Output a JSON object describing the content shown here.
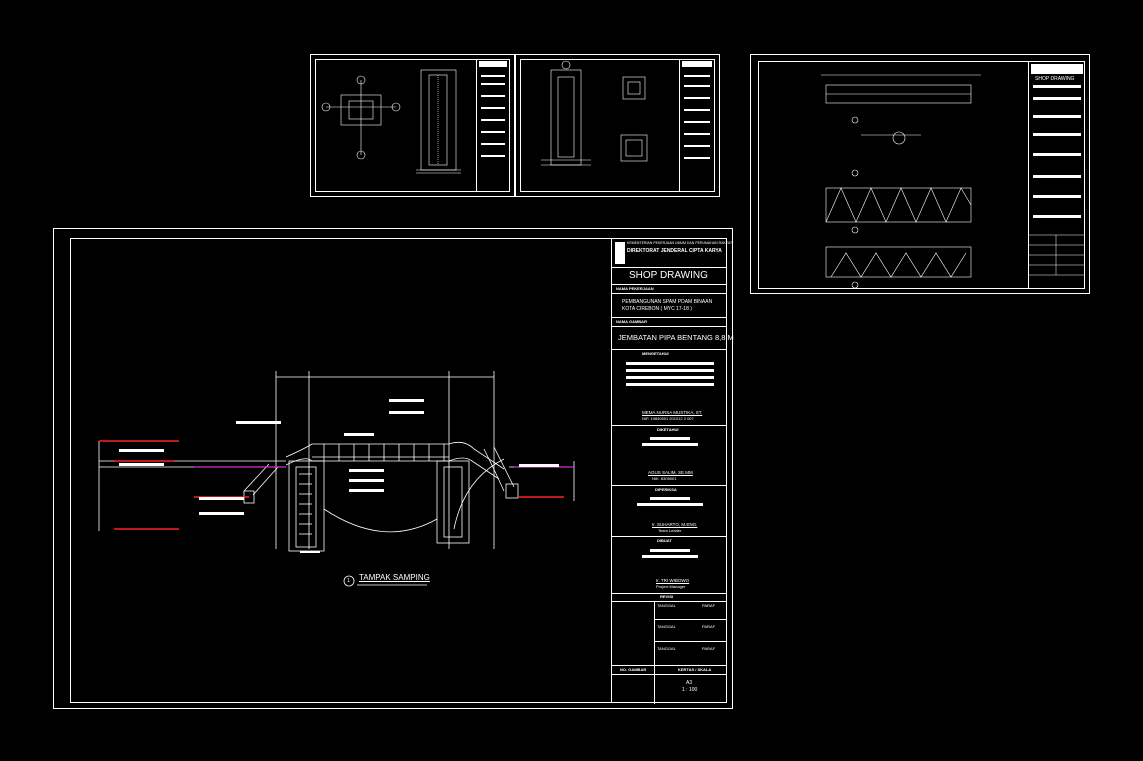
{
  "main_sheet": {
    "title_block": {
      "agency_header": "KEMENTERIAN PEKERJAAN UMUM DAN PERUMAHAN RAKYAT",
      "agency_name": "DIREKTORAT JENDERAL CIPTA KARYA",
      "doc_type": "SHOP DRAWING",
      "project_label": "NAMA PEKERJAAN",
      "project_line1": "PEMBANGUNAN SPAM PDAM BINAAN",
      "project_line2": "KOTA CIREBON ( MYC 17-18 )",
      "drawing_label": "NAMA GAMBAR",
      "drawing_title": "JEMBATAN PIPA BENTANG 8,8 M",
      "approved_label": "MENGETAHUI",
      "approved_name": "MEMA NURSA MUSTIKA, ST.",
      "approved_nip": "NIP. 19830501 201012 2 007",
      "checked_label": "DIKETAHUI",
      "checked_name": "AGUS SALIM, SE.MM",
      "checked_nik": "NIK. 8305001",
      "reviewed_label": "DIPERIKSA",
      "reviewed_name": "Ir. SUHARTO, M.ENG.",
      "reviewed_role": "Team Leader",
      "made_label": "DIBUAT",
      "made_name": "Ir. TRI WIBOWO",
      "made_role": "Project Manager",
      "revision_label": "REVISI",
      "date_label": "TANGGAL",
      "sign_label": "PARAF",
      "sheet_no_label": "NO. GAMBAR",
      "scale_label": "KERTAS / SKALA",
      "paper_size": "A3",
      "scale": "1 : 100"
    },
    "view_number": "1",
    "view_title": "TAMPAK SAMPING"
  },
  "sheet_b": {
    "title_block": {
      "doc_type": "SHOP DRAWING"
    }
  }
}
